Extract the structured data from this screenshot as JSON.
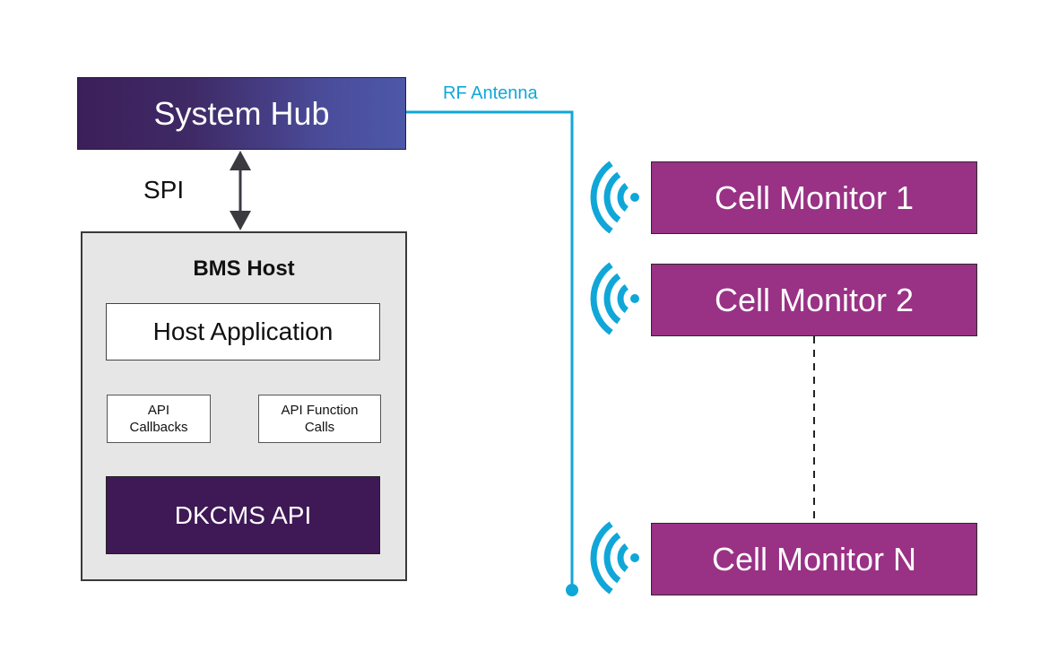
{
  "diagram": {
    "system_hub": {
      "label": "System Hub"
    },
    "spi": {
      "label": "SPI"
    },
    "bms_host": {
      "title": "BMS Host",
      "host_application": "Host Application",
      "api_callbacks": [
        "API",
        "Callbacks"
      ],
      "api_function_calls": [
        "API Function",
        "Calls"
      ],
      "dkcms_api": "DKCMS API"
    },
    "rf_antenna": {
      "label": "RF Antenna"
    },
    "cell_monitors": [
      {
        "label": "Cell Monitor 1"
      },
      {
        "label": "Cell Monitor 2"
      },
      {
        "label": "Cell Monitor N"
      }
    ],
    "colors": {
      "hub_gradient_start": "#3c1f5a",
      "hub_gradient_end": "#4d58a8",
      "dkcms": "#3f1856",
      "cell_monitor": "#993185",
      "antenna": "#10a7d8",
      "bms_host_bg": "#e6e6e6"
    }
  }
}
